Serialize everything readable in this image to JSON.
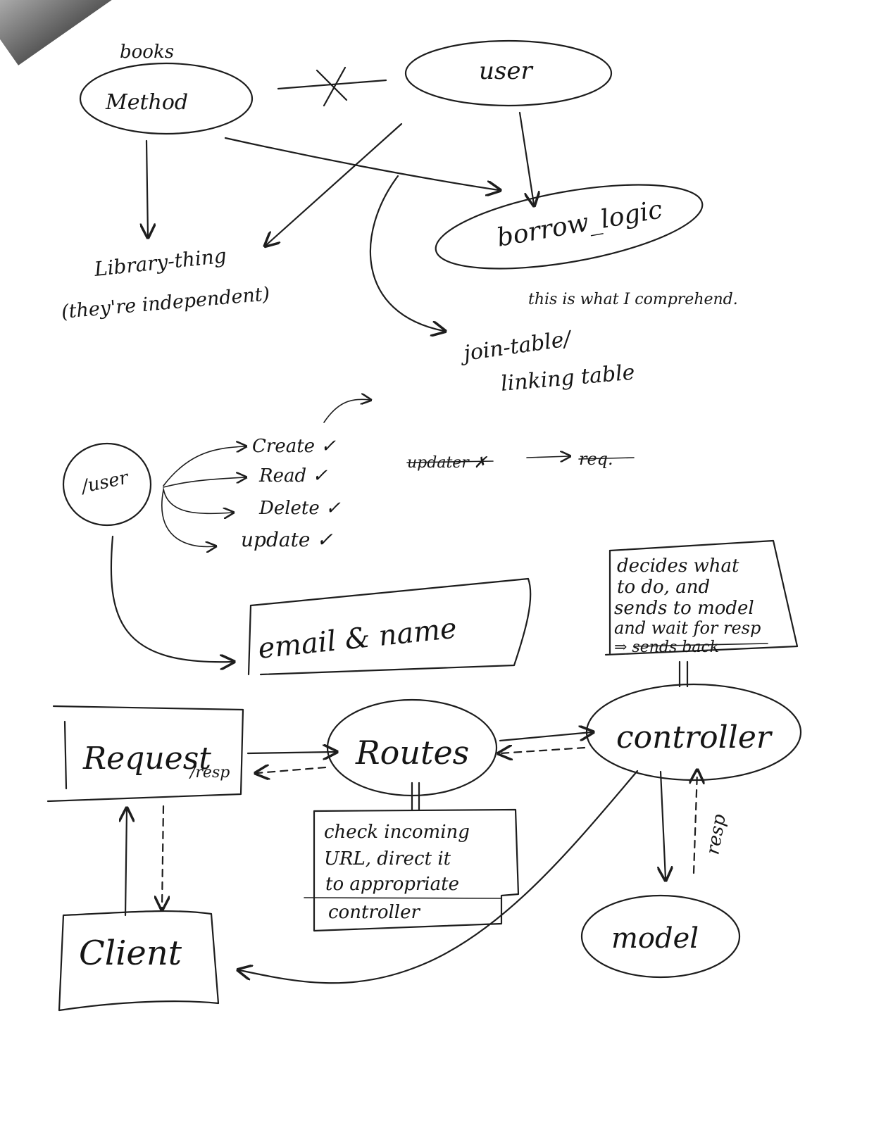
{
  "top_section": {
    "books_label": "books",
    "method_label": "Method",
    "user_label": "user",
    "borrow_logic_label": "borrow_logic",
    "library_thing_label": "Library-thing",
    "independent_note": "(they're independent)",
    "comprehend_note": "this is what I comprehend.",
    "join_table_label": "join-table/",
    "linking_table_label": "linking table"
  },
  "crud_section": {
    "user_label": "/user",
    "operations": [
      "Create ✓",
      "Read ✓",
      "Delete ✓",
      "update ✓"
    ],
    "update_note": "updater ✗",
    "update_target": "req."
  },
  "email_box": {
    "label": "email & name"
  },
  "architecture": {
    "request_label": "Request",
    "resp_label": "/resp",
    "routes_label": "Routes",
    "controller_label": "controller",
    "model_label": "model",
    "client_label": "Client",
    "routes_note": [
      "check incoming",
      "URL, direct it",
      "to appropriate",
      "controller"
    ],
    "controller_note": [
      "decides what",
      "to do, and",
      "sends to model",
      "and wait for resp",
      "⇒ sends back"
    ],
    "resp_arrow_label": "resp"
  }
}
